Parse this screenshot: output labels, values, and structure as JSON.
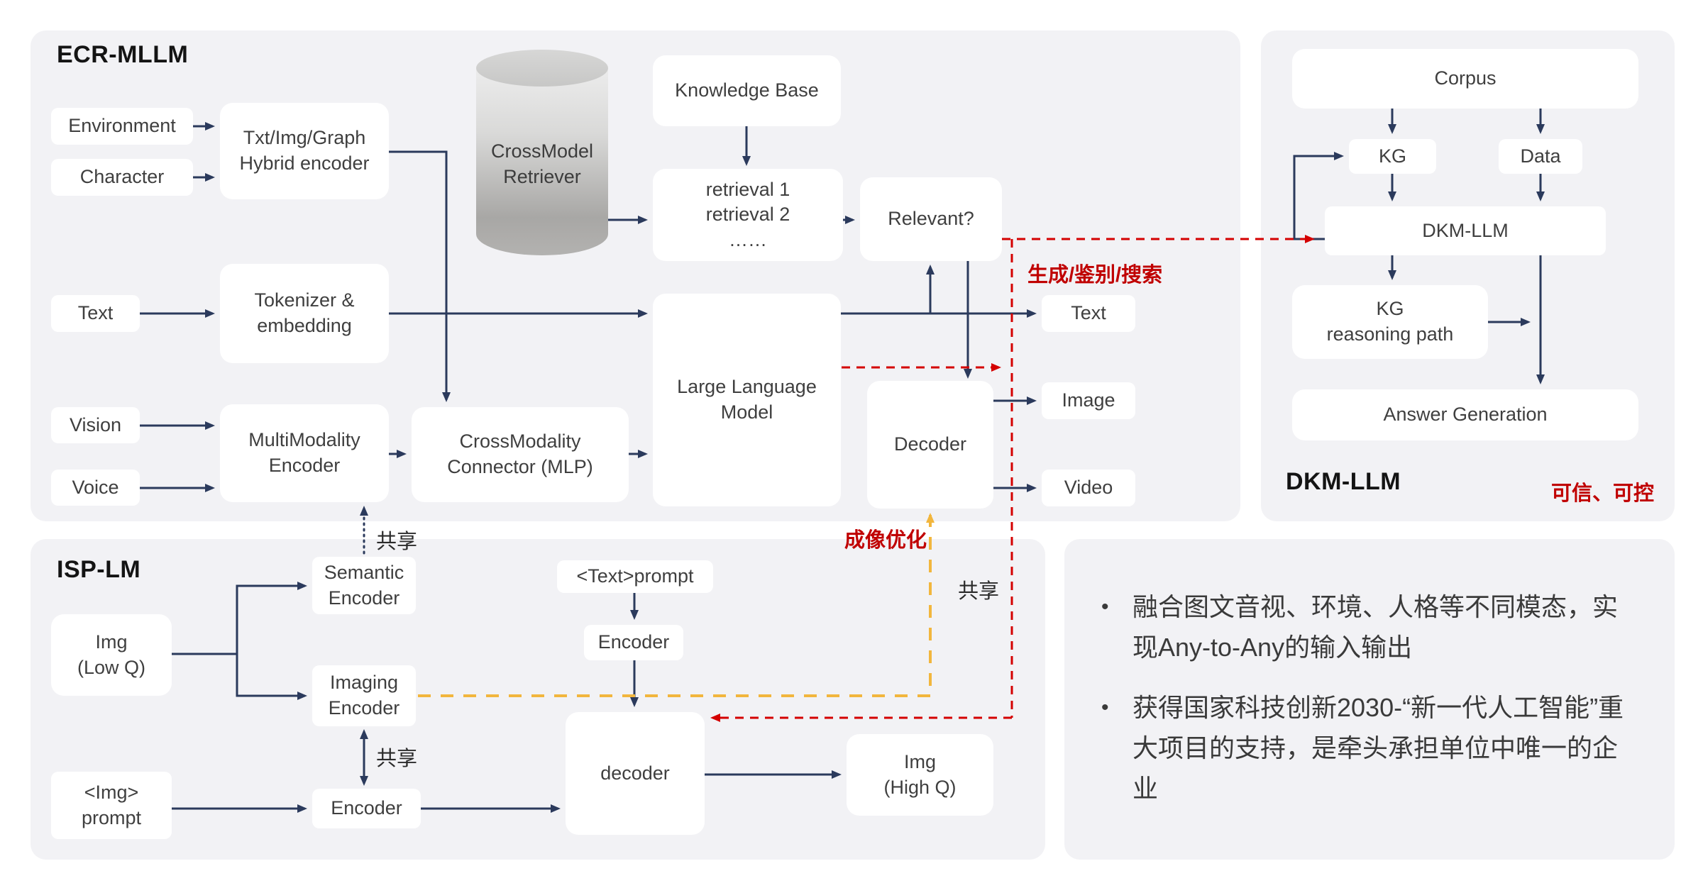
{
  "ecr": {
    "title": "ECR-MLLM",
    "environment": "Environment",
    "character": "Character",
    "hybrid_encoder": "Txt/Img/Graph\nHybrid encoder",
    "retriever": "CrossModel\nRetriever",
    "knowledge_base": "Knowledge Base",
    "retrieval": "retrieval 1\nretrieval 2\n……",
    "relevant": "Relevant?",
    "text_in": "Text",
    "tokenizer": "Tokenizer &\nembedding",
    "vision": "Vision",
    "voice": "Voice",
    "mm_encoder": "MultiModality\nEncoder",
    "cm_connector": "CrossModality\nConnector (MLP)",
    "llm": "Large Language\nModel",
    "decoder": "Decoder",
    "text_out": "Text",
    "image_out": "Image",
    "video_out": "Video",
    "label_generate": "生成/鉴别/搜索",
    "label_imaging": "成像优化",
    "label_share": "共享"
  },
  "isp": {
    "title": "ISP-LM",
    "img_low": "Img\n(Low Q)",
    "semantic_encoder": "Semantic\nEncoder",
    "imaging_encoder": "Imaging\nEncoder",
    "text_prompt": "<Text>prompt",
    "encoder_mid": "Encoder",
    "decoder": "decoder",
    "img_prompt": "<Img>\nprompt",
    "encoder_bottom": "Encoder",
    "img_high": "Img\n(High Q)",
    "share_top": "共享",
    "share_bottom": "共享"
  },
  "dkm": {
    "title": "DKM-LLM",
    "corpus": "Corpus",
    "kg": "KG",
    "data": "Data",
    "dkm_llm": "DKM-LLM",
    "kg_reasoning": "KG\nreasoning path",
    "answer_generation": "Answer Generation",
    "trust": "可信、可控"
  },
  "notes": {
    "bullet_marker": "•",
    "bullets": [
      "融合图文音视、环境、人格等不同模态，实现Any-to-Any的输入输出",
      "获得国家科技创新2030-“新一代人工智能”重大项目的支持，是牵头承担单位中唯一的企业"
    ]
  },
  "colors": {
    "arrow_navy": "#2b3a5c",
    "accent_red": "#c00000",
    "accent_yellow": "#f2b63d",
    "panel_gray": "#f2f2f5"
  }
}
